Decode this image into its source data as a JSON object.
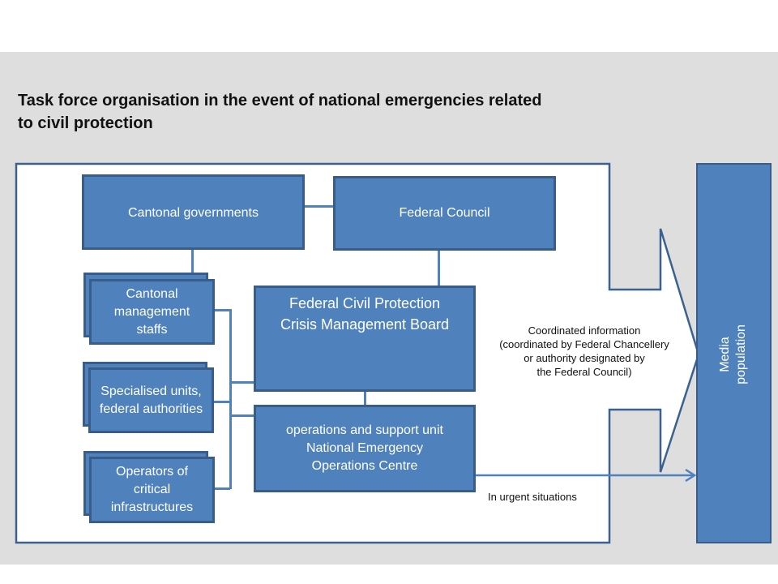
{
  "title": "Task force organisation in the event of national emergencies related to civil protection",
  "title_lines": [
    "Task force organisation in the event of national emergencies related",
    "to civil protection"
  ],
  "colors": {
    "box_fill": "#4f81bd",
    "box_border": "#385d8a",
    "background": "#dedede"
  },
  "nodes": {
    "cantonal_governments": "Cantonal governments",
    "federal_council": "Federal Council",
    "cantonal_staffs": [
      "Cantonal",
      "management",
      "staffs"
    ],
    "specialised_units": [
      "Specialised units,",
      "federal authorities"
    ],
    "operators": [
      "Operators of",
      "critical",
      "infrastructures"
    ],
    "crisis_board": [
      "Federal Civil Protection",
      "Crisis Management  Board"
    ],
    "neoc": [
      "operations and support unit",
      "National Emergency",
      "Operations Centre"
    ],
    "media": [
      "Media",
      "population"
    ]
  },
  "arrow_label": [
    "Coordinated information",
    "(coordinated by Federal Chancellery",
    "or authority designated by",
    "the Federal Council)"
  ],
  "urgent_label": "In urgent situations"
}
